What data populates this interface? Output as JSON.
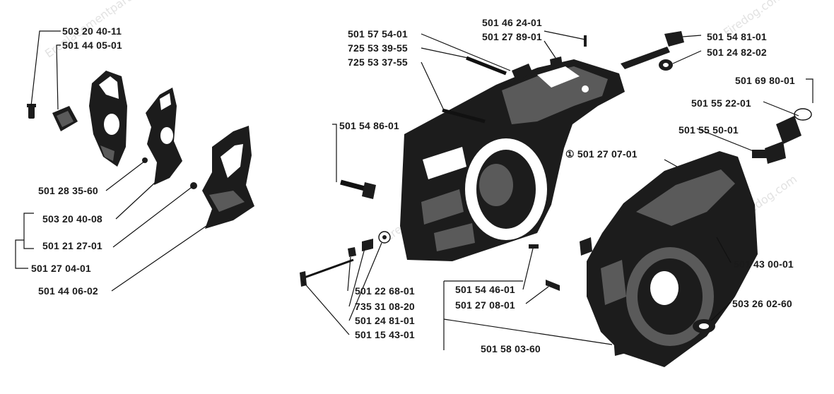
{
  "watermark": {
    "text_a": "Ereplacementparts.com",
    "text_b": "Firedog.com"
  },
  "labels": {
    "p503204011": "503 20 40-11",
    "p501440501": "501 44 05-01",
    "p501283560": "501 28 35-60",
    "p503204008": "503 20 40-08",
    "p501212701": "501 21 27-01",
    "p501270401": "501 27 04-01",
    "p501440602": "501 44 06-02",
    "p501575401": "501 57 54-01",
    "p725533955": "725 53 39-55",
    "p725533755": "725 53 37-55",
    "p501462401": "501 46 24-01",
    "p501278901": "501 27 89-01",
    "p501548101": "501 54 81-01",
    "p501248202": "501 24 82-02",
    "p501698001": "501 69 80-01",
    "p501552201": "501 55 22-01",
    "p501555001": "501 55 50-01",
    "p501548601": "501 54 86-01",
    "p501270701": "① 501 27 07-01",
    "p501430001": "501 43 00-01",
    "p503260260": "503 26 02-60",
    "p501226801": "501 22 68-01",
    "p735310820": "735 31 08-20",
    "p501248101": "501 24 81-01",
    "p501154301": "501 15 43-01",
    "p501544601": "501 54 46-01",
    "p501270801": "501 27 08-01",
    "p501580360": "501 58 03-60"
  }
}
